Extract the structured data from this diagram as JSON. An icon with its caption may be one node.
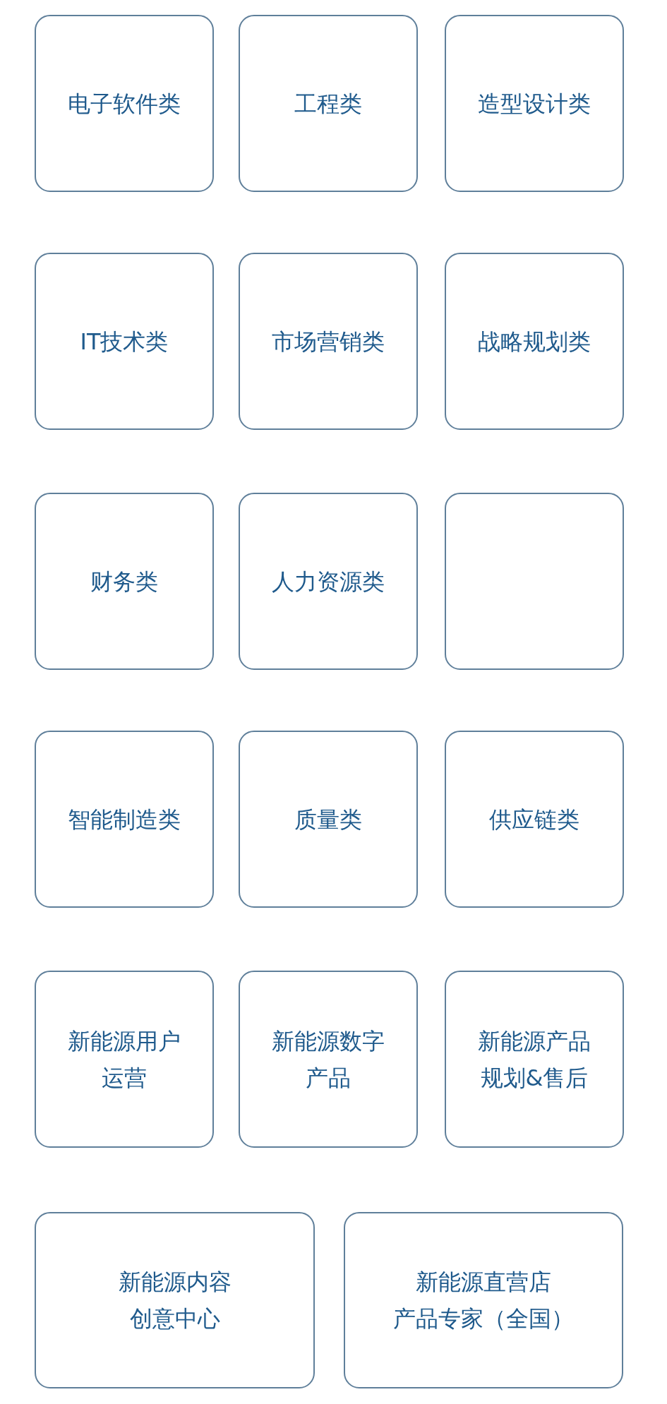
{
  "diagram": {
    "nodes": [
      {
        "text": [
          "电子软件类"
        ]
      },
      {
        "text": [
          "工程类"
        ]
      },
      {
        "text": [
          "造型设计类"
        ]
      },
      {
        "text": [
          "IT技术类"
        ]
      },
      {
        "text": [
          "市场营销类"
        ]
      },
      {
        "text": [
          "战略规划类"
        ]
      },
      {
        "text": [
          "财务类"
        ]
      },
      {
        "text": [
          "人力资源类"
        ]
      },
      {
        "text": [],
        "shape": "box"
      },
      {
        "text": [
          "智能制造类"
        ]
      },
      {
        "text": [
          "质量类"
        ]
      },
      {
        "text": [
          "供应链类"
        ]
      },
      {
        "text": [
          "新能源用户运营"
        ]
      },
      {
        "text": [
          "新能源数字产品"
        ]
      },
      {
        "text": [
          "新能源产品规划&售后"
        ]
      },
      {
        "text": [
          "新能源内容创意中心"
        ]
      },
      {
        "text": [
          "新能源直营店产品专家（全国）"
        ]
      }
    ]
  }
}
